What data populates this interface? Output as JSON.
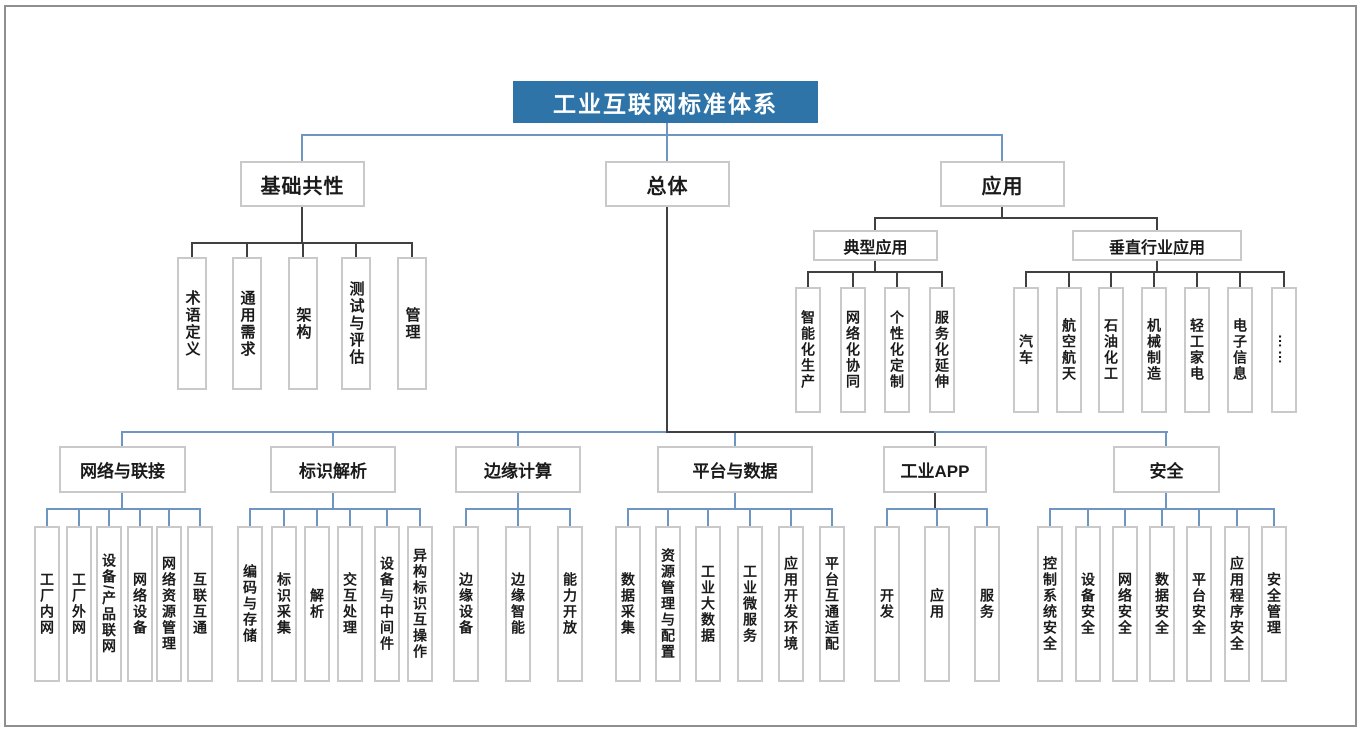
{
  "title": "工业互联网标准体系",
  "foundation": {
    "label": "基础共性",
    "children": [
      "术语定义",
      "通用需求",
      "架构",
      "测试与评估",
      "管理"
    ]
  },
  "overall": {
    "label": "总体"
  },
  "application": {
    "label": "应用",
    "typical": {
      "label": "典型应用",
      "children": [
        "智能化生产",
        "网络化协同",
        "个性化定制",
        "服务化延伸"
      ]
    },
    "vertical": {
      "label": "垂直行业应用",
      "children": [
        "汽车",
        "航空航天",
        "石油化工",
        "机械制造",
        "轻工家电",
        "电子信息",
        "……"
      ]
    }
  },
  "categories": [
    {
      "label": "网络与联接",
      "children": [
        "工厂内网",
        "工厂外网",
        "设备/产品联网",
        "网络设备",
        "网络资源管理",
        "互联互通"
      ]
    },
    {
      "label": "标识解析",
      "children": [
        "编码与存储",
        "标识采集",
        "解析",
        "交互处理",
        "设备与中间件",
        "异构标识互操作"
      ]
    },
    {
      "label": "边缘计算",
      "children": [
        "边缘设备",
        "边缘智能",
        "能力开放"
      ]
    },
    {
      "label": "平台与数据",
      "children": [
        "数据采集",
        "资源管理与配置",
        "工业大数据",
        "工业微服务",
        "应用开发环境",
        "平台互通适配"
      ]
    },
    {
      "label": "工业APP",
      "children": [
        "开发",
        "应用",
        "服务"
      ]
    },
    {
      "label": "安全",
      "children": [
        "控制系统安全",
        "设备安全",
        "网络安全",
        "数据安全",
        "平台安全",
        "应用程序安全",
        "安全管理"
      ]
    }
  ],
  "colors": {
    "title_bg": "#2e74a8",
    "title_text": "#ffffff",
    "blue_line": "#6e96c2",
    "dark_line": "#404040",
    "box_border": "#c9c9c9",
    "frame_border": "#8f8f8f",
    "text": "#1a1a1a"
  }
}
